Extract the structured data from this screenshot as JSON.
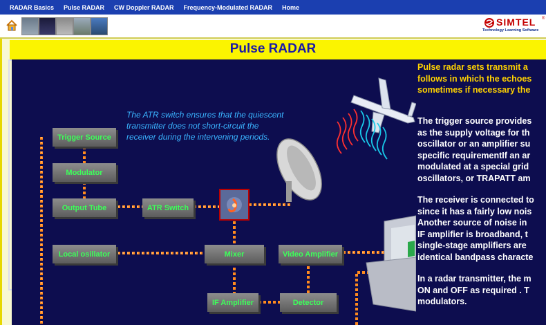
{
  "menu": {
    "items": [
      "RADAR Basics",
      "Pulse RADAR",
      "CW Doppler  RADAR",
      "Frequency-Modulated RADAR",
      "Home"
    ]
  },
  "toolbar": {
    "icons": [
      "home-icon",
      "thumbnail-icon"
    ]
  },
  "logo": {
    "word": "SIMTEL",
    "tagline": "Technology Learning Software",
    "trademark": "®"
  },
  "page": {
    "title": "Pulse RADAR"
  },
  "diagram": {
    "note": "The ATR switch ensures that the quiescent transmitter does not short-circuit the receiver during the intervening periods.",
    "blocks": {
      "trigger_source": "Trigger Source",
      "modulator": "Modulator",
      "output_tube": "Output Tube",
      "atr_switch": "ATR Switch",
      "local_oscillator": "Local osillator",
      "mixer": "Mixer",
      "video_amplifier": "Video Amplifier",
      "if_amplifier": "IF Amplifier",
      "detector": "Detector"
    },
    "colors": {
      "wire": "#ff8a1e",
      "block_label": "#3dff5a",
      "note": "#3ab4ff"
    }
  },
  "description": {
    "intro": [
      "Pulse radar sets transmit a",
      "follows in which the echoes",
      "sometimes if necessary the"
    ],
    "p1": [
      "The trigger source provides",
      "as the supply voltage for th",
      "oscillator or an amplifier su",
      "specific requirementIf an ar",
      "modulated at a special grid",
      "oscillators, or TRAPATT am"
    ],
    "p2": [
      "The receiver is connected to",
      "since it has a fairly low nois",
      "Another source of noise in",
      "IF amplifier is broadband, t",
      "single-stage amplifiers are",
      "identical bandpass characte"
    ],
    "p3": [
      "In a radar transmitter, the m",
      "ON and OFF as required . T",
      "modulators."
    ]
  }
}
